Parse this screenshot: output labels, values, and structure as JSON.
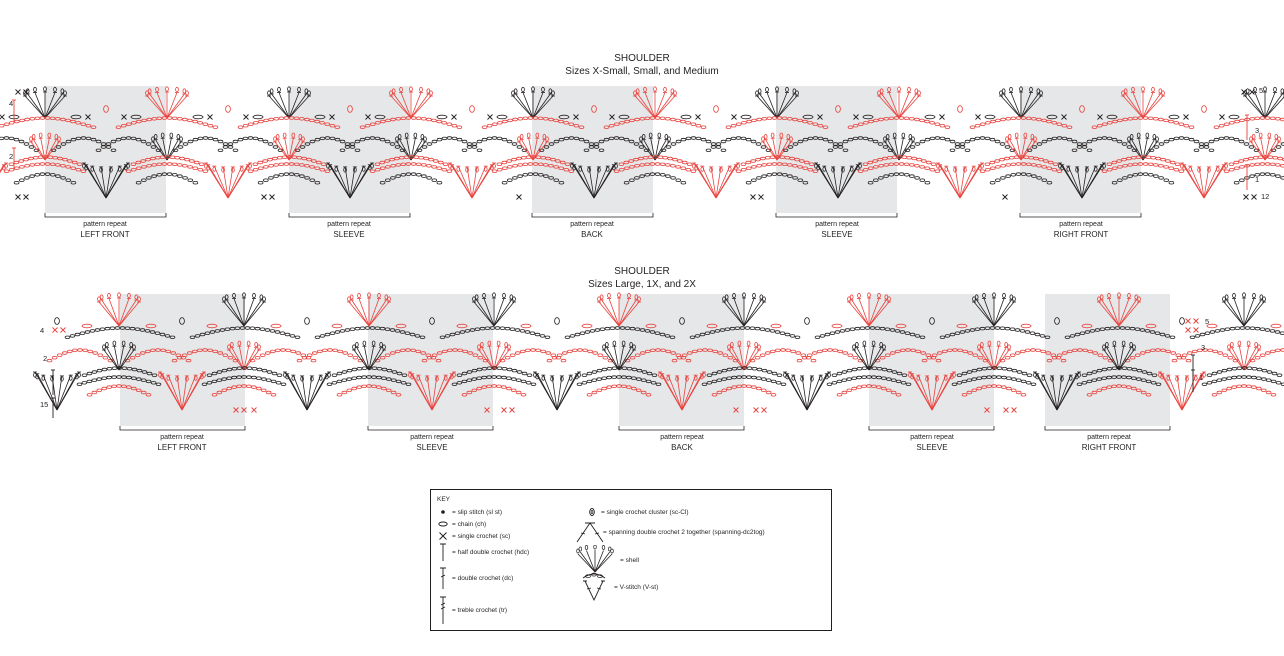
{
  "charts": [
    {
      "title": "SHOULDER",
      "subtitle": "Sizes X-Small, Small, and Medium",
      "row_labels": [
        "4",
        "2"
      ],
      "row_labels_right": [
        "5",
        "3",
        "1"
      ],
      "end_labels": [
        "12"
      ],
      "sections": [
        {
          "repeat_label": "pattern repeat",
          "name": "LEFT FRONT"
        },
        {
          "repeat_label": "pattern repeat",
          "name": "SLEEVE"
        },
        {
          "repeat_label": "pattern repeat",
          "name": "BACK"
        },
        {
          "repeat_label": "pattern repeat",
          "name": "SLEEVE"
        },
        {
          "repeat_label": "pattern repeat",
          "name": "RIGHT FRONT"
        }
      ]
    },
    {
      "title": "SHOULDER",
      "subtitle": "Sizes Large, 1X, and 2X",
      "row_labels": [
        "4",
        "2",
        "15"
      ],
      "row_labels_right": [
        "5",
        "3",
        "1"
      ],
      "end_labels": [],
      "sections": [
        {
          "repeat_label": "pattern repeat",
          "name": "LEFT FRONT"
        },
        {
          "repeat_label": "pattern repeat",
          "name": "SLEEVE"
        },
        {
          "repeat_label": "pattern repeat",
          "name": "BACK"
        },
        {
          "repeat_label": "pattern repeat",
          "name": "SLEEVE"
        },
        {
          "repeat_label": "pattern repeat",
          "name": "RIGHT FRONT"
        }
      ]
    }
  ],
  "key": {
    "title": "KEY",
    "items": [
      {
        "icon": "slip-stitch-icon",
        "label": "= slip stitch (sl st)"
      },
      {
        "icon": "chain-icon",
        "label": "= chain (ch)"
      },
      {
        "icon": "single-crochet-icon",
        "label": "= single crochet (sc)"
      },
      {
        "icon": "half-double-crochet-icon",
        "label": "= half double crochet (hdc)"
      },
      {
        "icon": "double-crochet-icon",
        "label": "= double crochet (dc)"
      },
      {
        "icon": "treble-crochet-icon",
        "label": "= treble crochet (tr)"
      },
      {
        "icon": "sc-cluster-icon",
        "label": "= single crochet cluster (sc-Cl)"
      },
      {
        "icon": "spanning-dc2tog-icon",
        "label": "= spanning double crochet 2 together (spanning-dc2tog)"
      },
      {
        "icon": "shell-icon",
        "label": "= shell"
      },
      {
        "icon": "v-stitch-icon",
        "label": "= V-stitch (V-st)"
      }
    ]
  },
  "colors": {
    "ink": "#231f20",
    "red": "#e8413c",
    "shade": "#e6e7e8"
  }
}
